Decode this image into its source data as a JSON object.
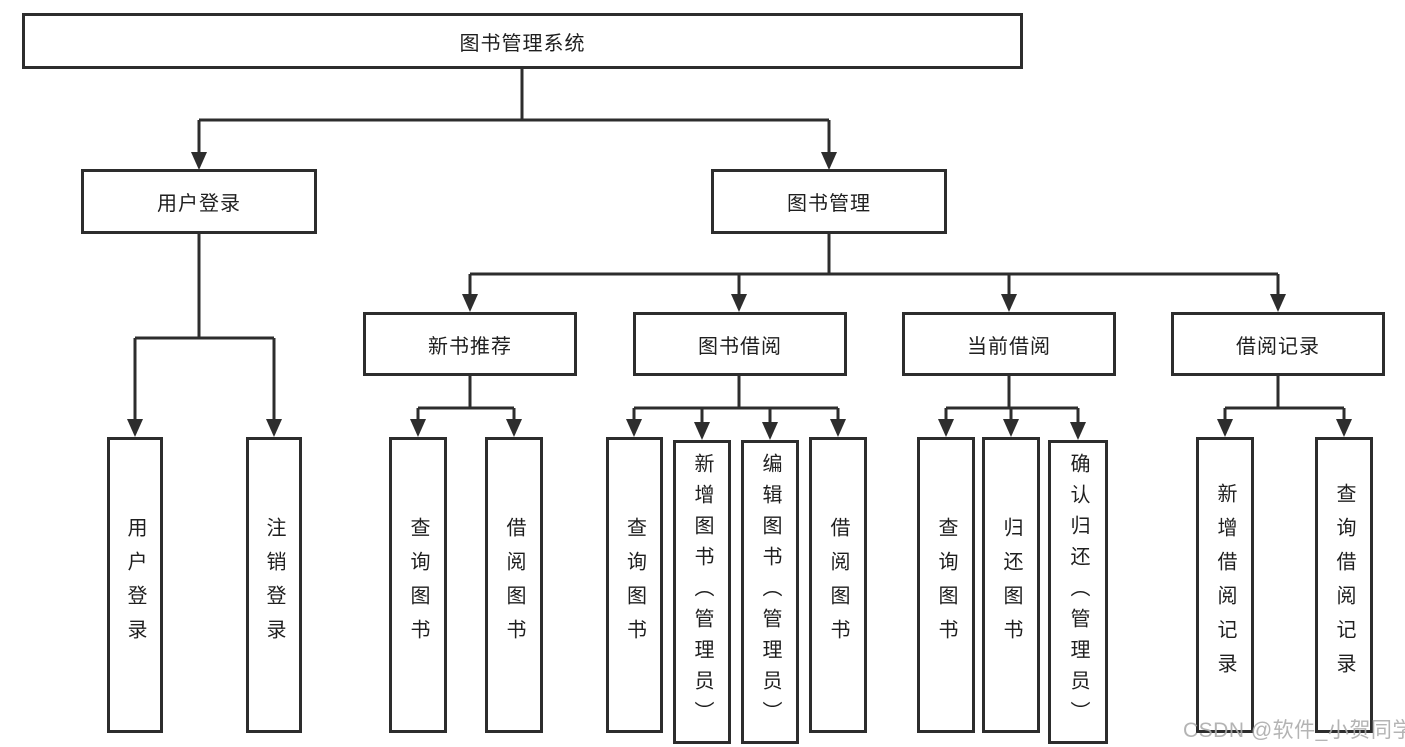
{
  "diagram": {
    "root": {
      "label": "图书管理系统"
    },
    "branches": {
      "user_login": {
        "label": "用户登录",
        "children": [
          "用户登录",
          "注销登录"
        ]
      },
      "book_mgmt": {
        "label": "图书管理",
        "groups": [
          {
            "label": "新书推荐",
            "children": [
              "查询图书",
              "借阅图书"
            ]
          },
          {
            "label": "图书借阅",
            "children": [
              "查询图书",
              "新增图书（管理员）",
              "编辑图书（管理员）",
              "借阅图书"
            ]
          },
          {
            "label": "当前借阅",
            "children": [
              "查询图书",
              "归还图书",
              "确认归还（管理员）"
            ]
          },
          {
            "label": "借阅记录",
            "children": [
              "新增借阅记录",
              "查询借阅记录"
            ]
          }
        ]
      }
    }
  },
  "watermark": {
    "text": "CSDN @软件_小贺同学"
  },
  "colors": {
    "line": "#2d2d2d",
    "text": "#1f1f1f",
    "watermark": "#acacac",
    "background": "#ffffff"
  }
}
